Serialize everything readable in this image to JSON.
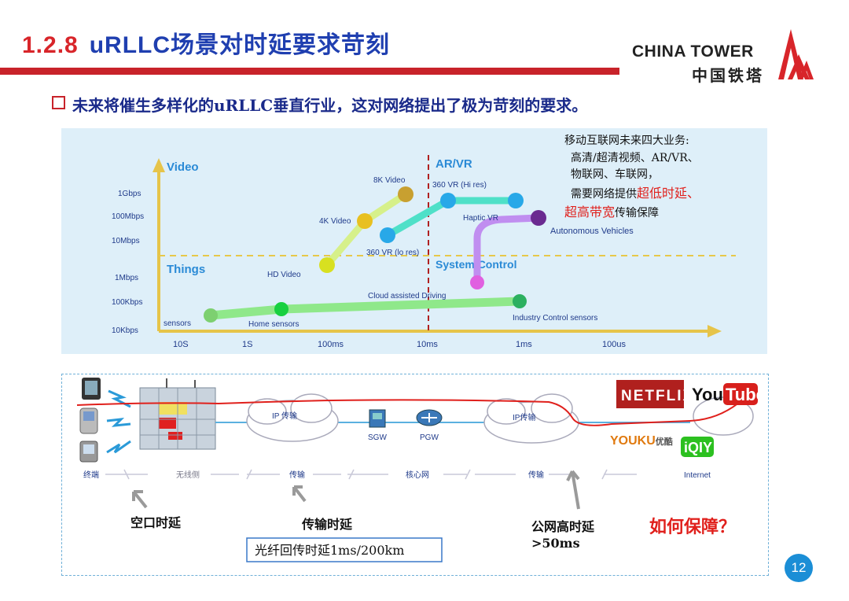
{
  "header": {
    "section_number": "1.2.8",
    "title": "uRLLC场景对时延要求苛刻",
    "logo_en": "CHINA TOWER",
    "logo_cn": "中国铁塔",
    "bullet": "未来将催生多样化的uRLLC垂直行业，这对网络提出了极为苛刻的要求。"
  },
  "chart": {
    "y_axis_title_top": "Video",
    "y_axis_title_bottom": "Things",
    "y_ticks": [
      "1Gbps",
      "100Mbps",
      "10Mbps",
      "1Mbps",
      "100Kbps",
      "10Kbps"
    ],
    "x_ticks": [
      "10S",
      "1S",
      "100ms",
      "10ms",
      "1ms",
      "100us"
    ],
    "zone_right_label": "AR/VR",
    "zone_right_bottom_label": "System Control",
    "points": {
      "sensors": "sensors",
      "home_sensors": "Home  sensors",
      "industry": "Industry Control sensors",
      "cloud_driving": "Cloud assisted Driving",
      "hd_video": "HD Video",
      "video_4k": "4K Video",
      "video_8k": "8K Video",
      "vr_lo": "360   VR  (lo res)",
      "vr_hi": "360   VR  (Hi res)",
      "haptic": "Haptic VR",
      "autonomous": "Autonomous Vehicles"
    },
    "colors": {
      "things_line": "#8fe88a",
      "video_line": "#d6f08a",
      "vr_line": "#4fe0c8",
      "auto_line": "#c08ef0",
      "dashed_v": "#b02020",
      "dashed_h": "#e6c84a",
      "axis": "#e6c44a"
    }
  },
  "annotation": {
    "line1": "移动互联网未来四大业务:",
    "line2": "高清/超清视频、AR/VR、",
    "line3": "物联网、车联网，",
    "line4_prefix": "需要网络提供",
    "line4_red": "超低时延、",
    "line5_red": "超高带宽",
    "line5_suffix": "传输保障"
  },
  "network": {
    "cloud1": "IP 传输",
    "cloud2": "IP传输",
    "sgw": "SGW",
    "pgw": "PGW",
    "internet": "Internet",
    "seg_terminal": "终端",
    "seg_radio": "无线侧",
    "seg_transport1": "传输",
    "seg_core": "核心网",
    "seg_transport2": "传输",
    "netflix": "NETFLIX",
    "youtube_you": "You",
    "youtube_tube": "Tube",
    "youku": "YOUKU",
    "youku_cn": "优酷",
    "iqiyi": "iQIY",
    "air_delay": "空口时延",
    "transport_delay": "传输时延",
    "fiber_box": "光纤回传时延1ms/200km",
    "public_delay_1": "公网高时延",
    "public_delay_2": ">50ms",
    "how": "如何保障？"
  },
  "page_number": "12"
}
